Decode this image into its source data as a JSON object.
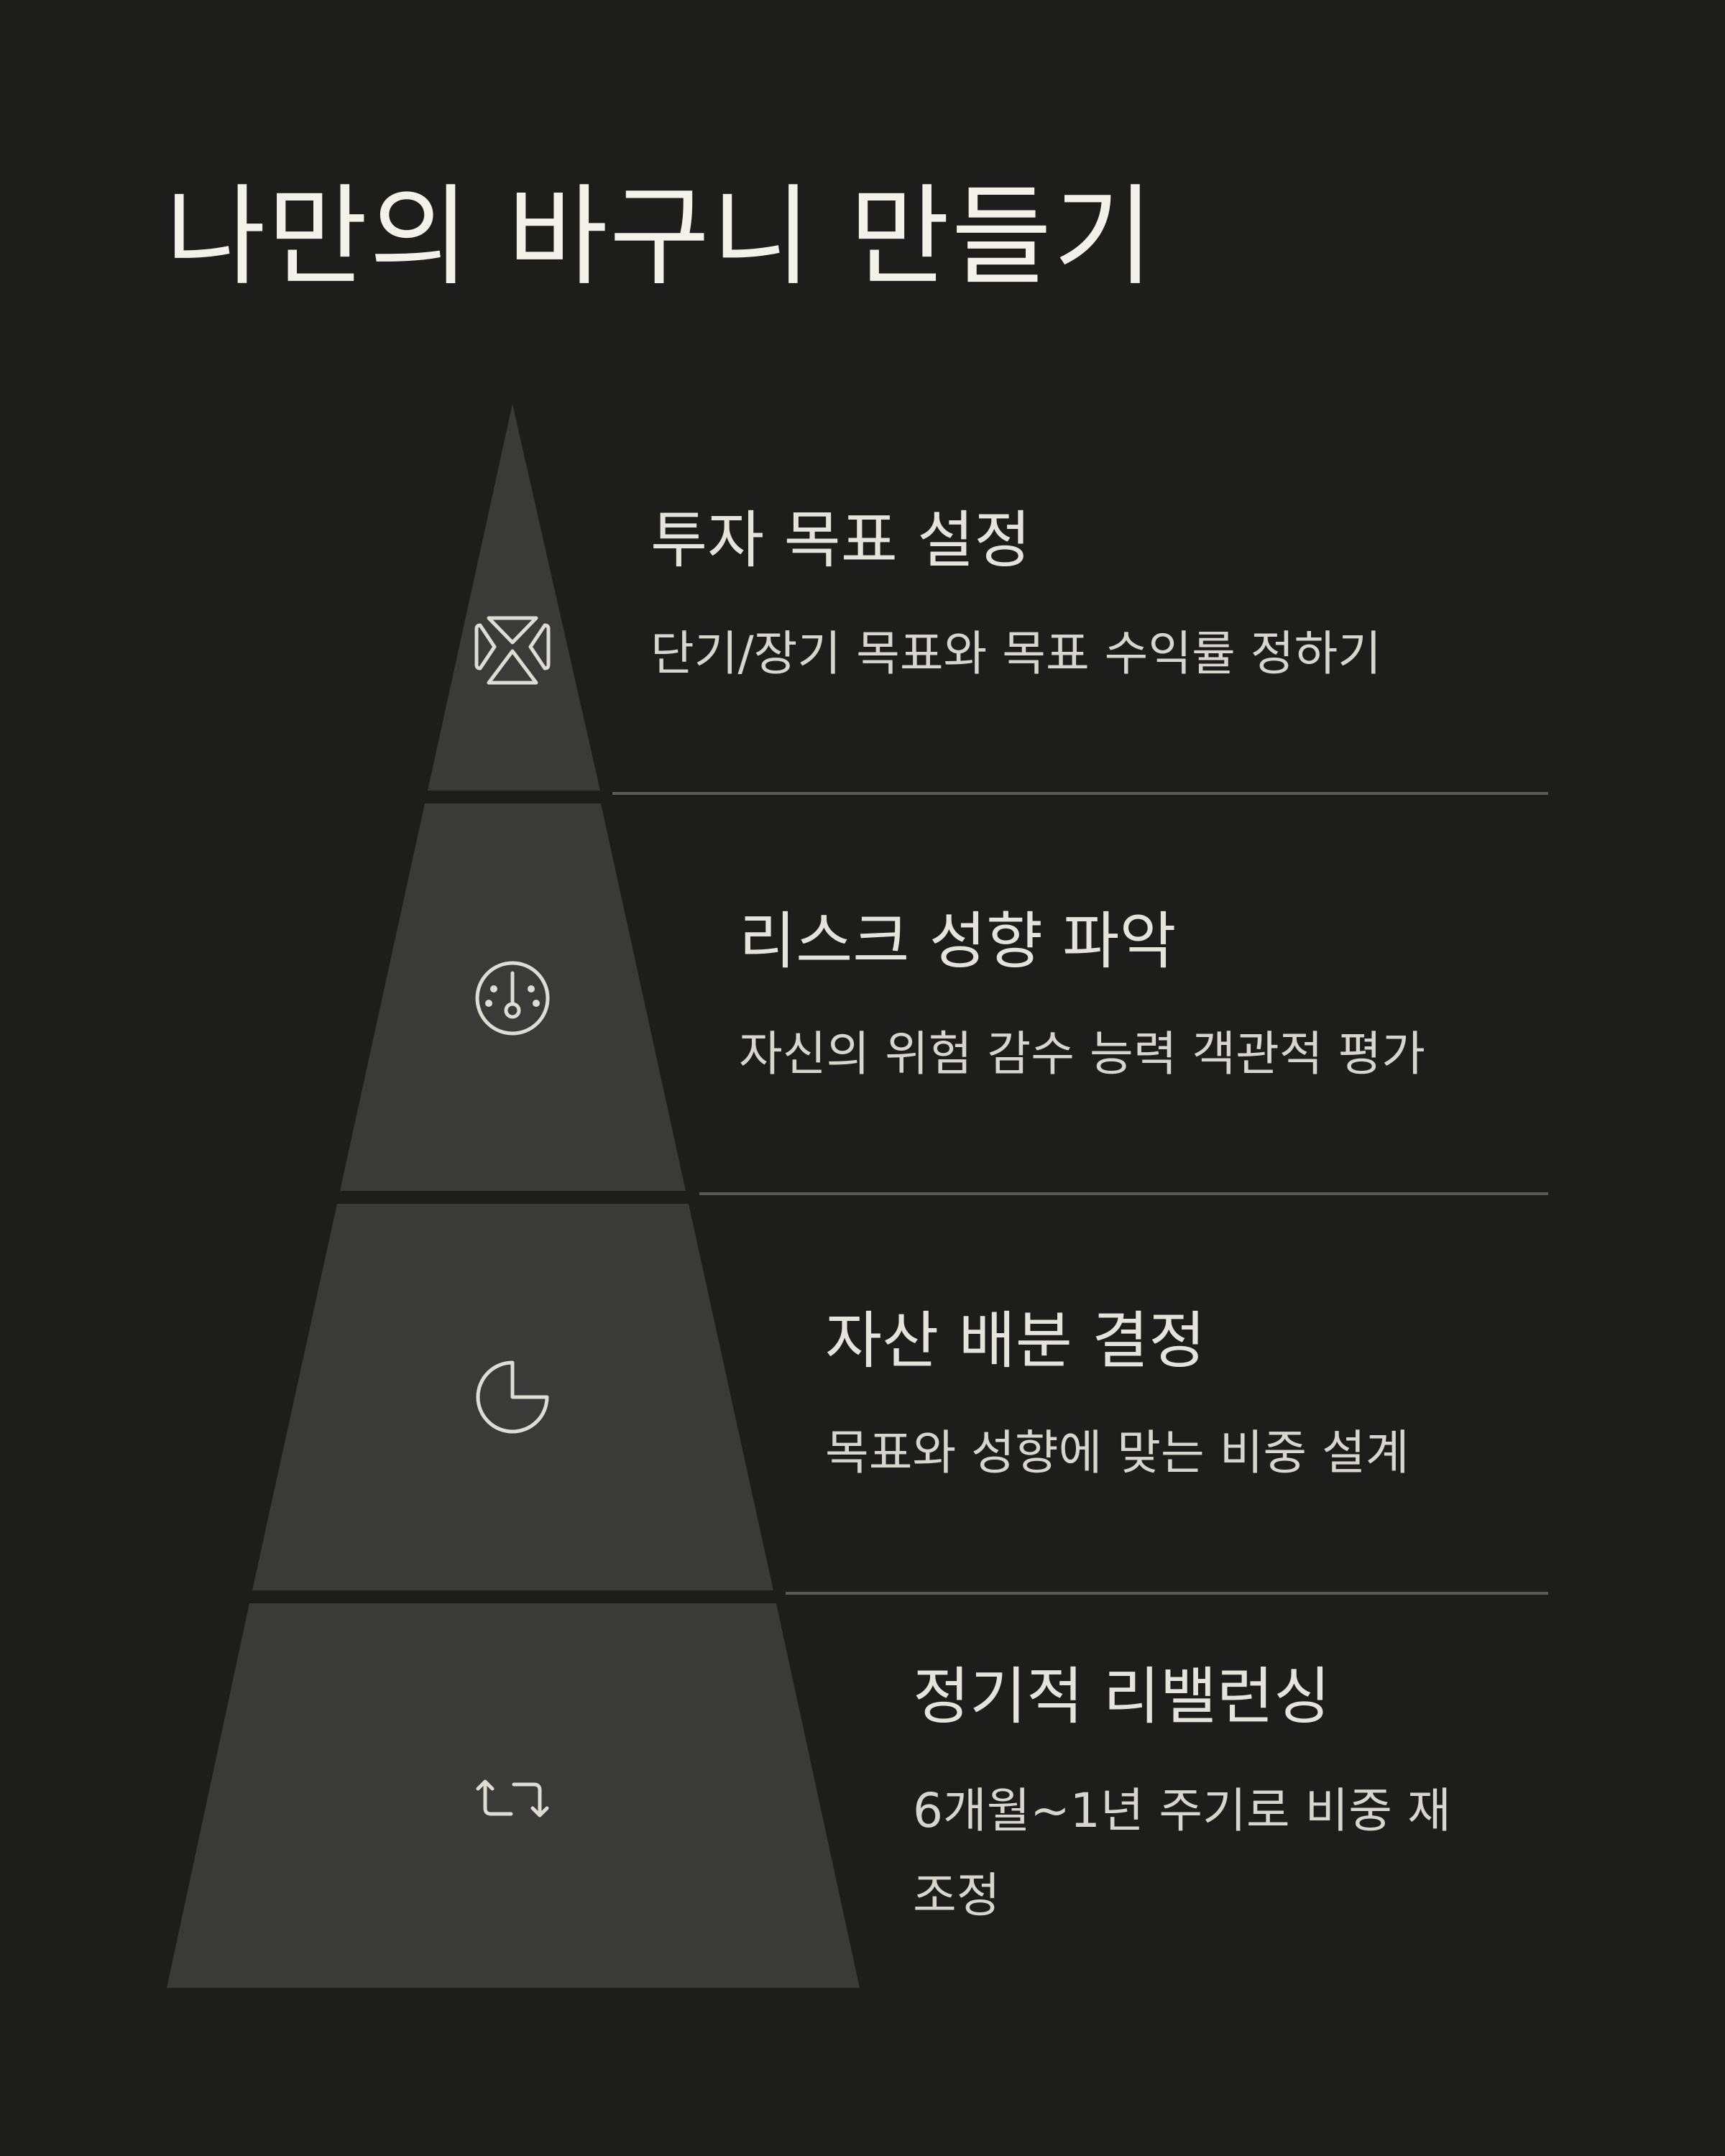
{
  "title": "나만의 바구니 만들기",
  "steps": [
    {
      "title": "투자 목표 설정",
      "description": "단기/장기 목표와 목표 수익률 정하기",
      "icon": "target-split-icon"
    },
    {
      "title": "리스크 성향 파악",
      "description": "자신의 위험 감수 능력 객관적 평가",
      "icon": "gauge-icon"
    },
    {
      "title": "자산 배분 결정",
      "description": "목표와 성향에 맞는 비중 설계",
      "icon": "pie-chart-icon"
    },
    {
      "title": "정기적 리밸런싱",
      "description": "6개월~1년 주기로 비중 재\n조정",
      "icon": "rebalance-arrows-icon"
    }
  ],
  "colors": {
    "background": "#1d1d1c",
    "layer": "#3a3a39",
    "text": "#ecebe4",
    "icon": "#dddcd5",
    "divider": "#5a5a58"
  }
}
